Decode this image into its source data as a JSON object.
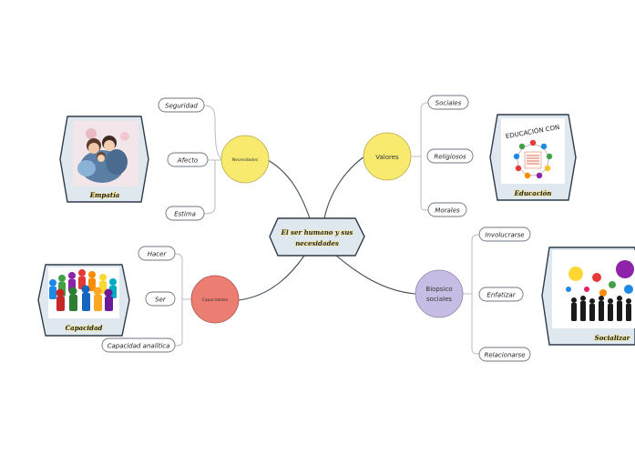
{
  "center": {
    "title_line1": "El ser humano y sus",
    "title_line2": "necesidades"
  },
  "branches": {
    "necesidades": {
      "label": "Necesidades",
      "color": "#f7ea6e",
      "leaves": [
        "Seguridad",
        "Afecto",
        "Estima"
      ],
      "image_caption": "Empatía"
    },
    "valores": {
      "label": "Valores",
      "color": "#f7ea6e",
      "leaves": [
        "Sociales",
        "Religiosos",
        "Morales"
      ],
      "image_caption": "Educación",
      "image_text": "EDUCACIÓN CON"
    },
    "capacidades": {
      "label": "Capacidades",
      "color": "#ec7d73",
      "leaves": [
        "Hacer",
        "Ser",
        "Capacidad analítica"
      ],
      "image_caption": "Capacidad"
    },
    "biopsico": {
      "label_line1": "Biopsico",
      "label_line2": "sociales",
      "color": "#c7bce3",
      "leaves": [
        "Involucrarse",
        "Enfatizar",
        "Relacionarse"
      ],
      "image_caption": "Socializar"
    }
  }
}
